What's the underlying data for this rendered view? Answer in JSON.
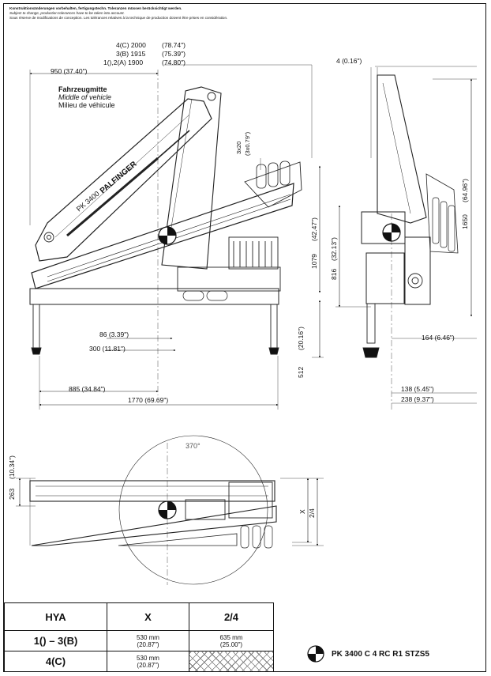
{
  "header": {
    "note_de": "Konstruktionsänderungen vorbehalten, fertigungstechn. Toleranzen müssen berücksichtigt werden.",
    "note_en": "Subject to change, production tolerances have to be taken into account.",
    "note_fr": "Sous réserve de modifications de conception. Les tolérances relatives à la technique de production doivent être prises en considération."
  },
  "side_view": {
    "heights": [
      {
        "label": "4(C) 2000",
        "inch": "(78.74\")"
      },
      {
        "label": "3(B) 1915",
        "inch": "(75.39\")"
      },
      {
        "label": "1(),2(A) 1900",
        "inch": "(74.80\")"
      }
    ],
    "dim_950": "950   (37.40\")",
    "vehicle_mid_de": "Fahrzeugmitte",
    "vehicle_mid_en": "Middle of vehicle",
    "vehicle_mid_fr": "Milieu de véhicule",
    "brand": "PALFINGER",
    "crane_label": "PK 3400",
    "dim_3x20": "3x20",
    "dim_3x20_inch": "(3x0.79\")",
    "dim_1079": "1079",
    "dim_1079_inch": "(42.47\")",
    "dim_86": "86   (3.39\")",
    "dim_300": "300   (11.81\")",
    "dim_512": "512",
    "dim_512_inch": "(20.16\")",
    "dim_885": "885   (34.84\")",
    "dim_1770": "1770        (69.69\")"
  },
  "end_view": {
    "dim_4": "4     (0.16\")",
    "dim_1650": "1650",
    "dim_1650_inch": "(64.96\")",
    "dim_816": "816",
    "dim_816_inch": "(32.13\")",
    "dim_164": "164     (6.46\")",
    "dim_138": "138     (5.45\")",
    "dim_238": "238     (9.37\")"
  },
  "top_view": {
    "slew": "370°",
    "dim_263": "263",
    "dim_263_inch": "(10.34\")",
    "dim_x": "X",
    "dim_24": "2/4"
  },
  "table": {
    "headers": [
      "HYA",
      "X",
      "2/4"
    ],
    "rows": [
      {
        "hya": "1() – 3(B)",
        "x": [
          "530 mm",
          "(20.87\")"
        ],
        "v24": [
          "635 mm",
          "(25.00\")"
        ]
      },
      {
        "hya": "4(C)",
        "x": [
          "530 mm",
          "(20.87\")"
        ],
        "v24": []
      }
    ]
  },
  "model": "PK 3400 C 4 RC R1 STZS5"
}
